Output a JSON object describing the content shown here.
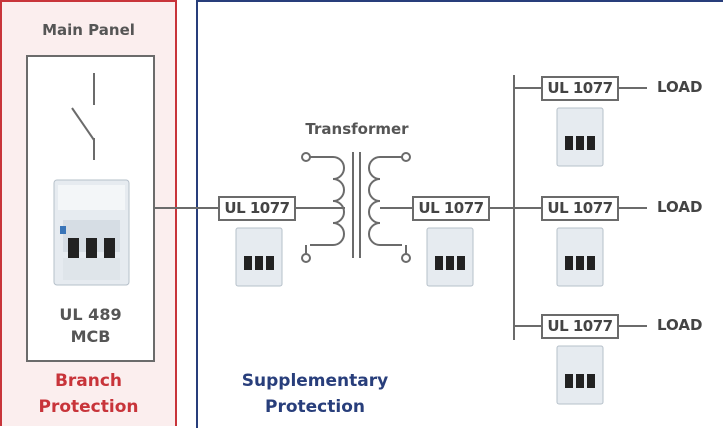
{
  "main_panel": {
    "title": "Main Panel",
    "breaker_rating": "UL 489",
    "breaker_type": "MCB",
    "protection_line1": "Branch",
    "protection_line2": "Protection"
  },
  "supplementary": {
    "transformer_label": "Transformer",
    "primary_breaker": "UL 1077",
    "secondary_breaker": "UL 1077",
    "protection_line1": "Supplementary",
    "protection_line2": "Protection",
    "branches": [
      {
        "breaker": "UL 1077",
        "load": "LOAD"
      },
      {
        "breaker": "UL 1077",
        "load": "LOAD"
      },
      {
        "breaker": "UL 1077",
        "load": "LOAD"
      }
    ]
  },
  "colors": {
    "branch": "#c8343a",
    "supplementary": "#283e7b",
    "branch_fill": "#fbeeee",
    "line": "#6b6b6b"
  }
}
